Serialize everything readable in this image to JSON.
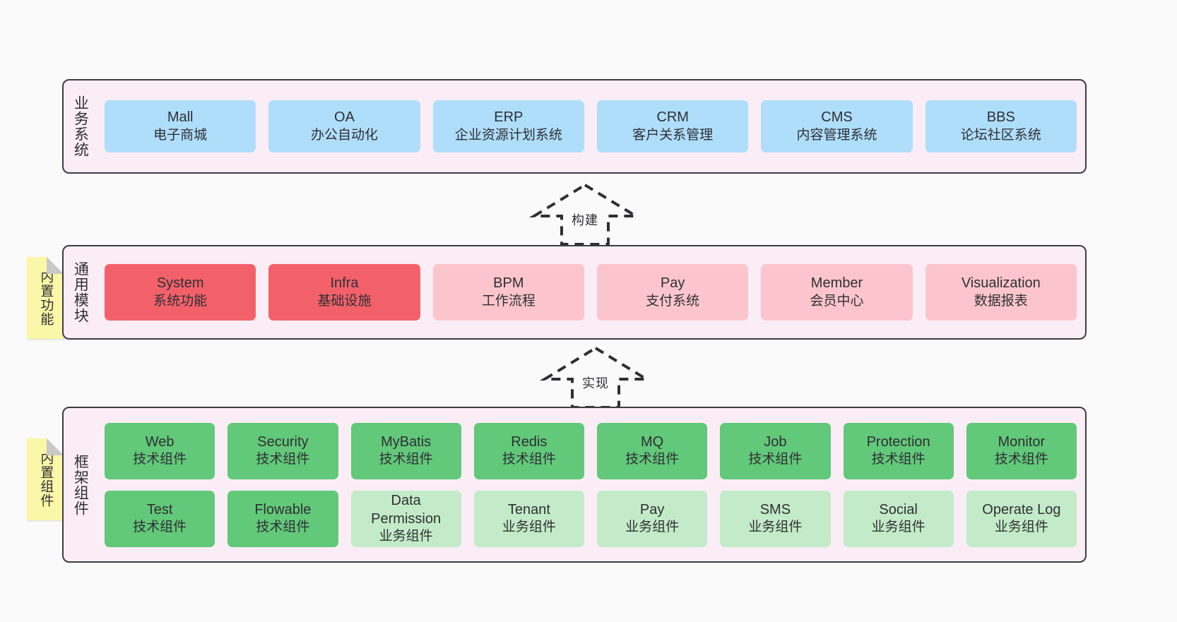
{
  "diagram": {
    "background_color": "#fafafa",
    "band_fill": "#faedf5",
    "band_border": "#3c3c46",
    "note_color": "#fbf7a8",
    "colors": {
      "blue": "#afdefb",
      "red": "#f2616a",
      "pink": "#fcc5cd",
      "green": "#62c87a",
      "green_light": "#c3ebc9"
    }
  },
  "bands": {
    "business": {
      "title": "业务系统",
      "cards": [
        {
          "en": "Mall",
          "cn": "电子商城"
        },
        {
          "en": "OA",
          "cn": "办公自动化"
        },
        {
          "en": "ERP",
          "cn": "企业资源计划系统"
        },
        {
          "en": "CRM",
          "cn": "客户关系管理"
        },
        {
          "en": "CMS",
          "cn": "内容管理系统"
        },
        {
          "en": "BBS",
          "cn": "论坛社区系统"
        }
      ]
    },
    "common": {
      "title": "通用模块",
      "note": "内置功能",
      "cards": [
        {
          "en": "System",
          "cn": "系统功能"
        },
        {
          "en": "Infra",
          "cn": "基础设施"
        },
        {
          "en": "BPM",
          "cn": "工作流程"
        },
        {
          "en": "Pay",
          "cn": "支付系统"
        },
        {
          "en": "Member",
          "cn": "会员中心"
        },
        {
          "en": "Visualization",
          "cn": "数据报表"
        }
      ]
    },
    "framework": {
      "title": "框架组件",
      "note": "内置组件",
      "row1": [
        {
          "en": "Web",
          "cn": "技术组件"
        },
        {
          "en": "Security",
          "cn": "技术组件"
        },
        {
          "en": "MyBatis",
          "cn": "技术组件"
        },
        {
          "en": "Redis",
          "cn": "技术组件"
        },
        {
          "en": "MQ",
          "cn": "技术组件"
        },
        {
          "en": "Job",
          "cn": "技术组件"
        },
        {
          "en": "Protection",
          "cn": "技术组件"
        },
        {
          "en": "Monitor",
          "cn": "技术组件"
        }
      ],
      "row2": [
        {
          "en": "Test",
          "cn": "技术组件"
        },
        {
          "en": "Flowable",
          "cn": "技术组件"
        },
        {
          "en": "Data Permission",
          "cn": "业务组件"
        },
        {
          "en": "Tenant",
          "cn": "业务组件"
        },
        {
          "en": "Pay",
          "cn": "业务组件"
        },
        {
          "en": "SMS",
          "cn": "业务组件"
        },
        {
          "en": "Social",
          "cn": "业务组件"
        },
        {
          "en": "Operate Log",
          "cn": "业务组件"
        }
      ]
    }
  },
  "connectors": [
    {
      "label": "构建",
      "direction": "up"
    },
    {
      "label": "实现",
      "direction": "up"
    }
  ]
}
